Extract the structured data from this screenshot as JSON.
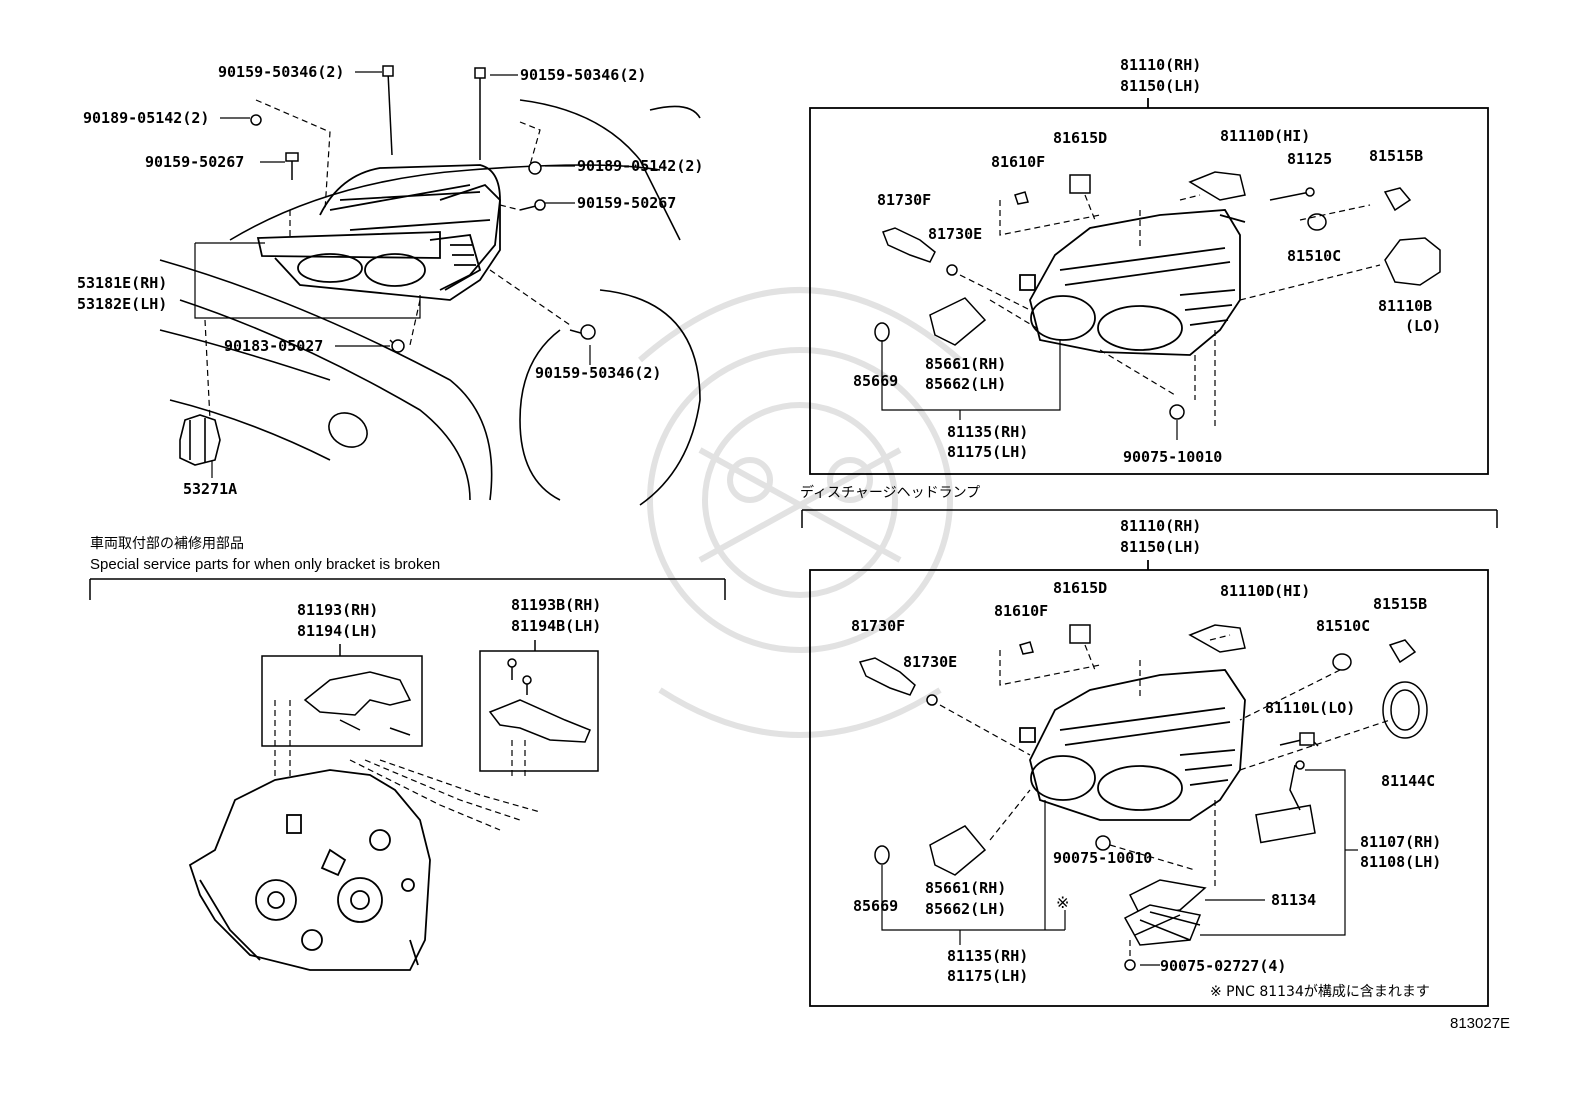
{
  "diagram_id": "813027E",
  "top_left": {
    "callouts": {
      "p1": "90159-50346(2)",
      "p2": "90159-50346(2)",
      "p3": "90189-05142(2)",
      "p4": "90189-05142(2)",
      "p5": "90159-50267",
      "p6": "90159-50267",
      "p7": "53181E(RH)",
      "p8": "53182E(LH)",
      "p9": "90183-05027",
      "p10": "90159-50346(2)",
      "p11": "53271A"
    }
  },
  "bracket_section": {
    "jp_title": "車両取付部の補修用部品",
    "en_title": "Special service parts for when only bracket is broken",
    "kit_a_rh": "81193(RH)",
    "kit_a_lh": "81194(LH)",
    "kit_b_rh": "81193B(RH)",
    "kit_b_lh": "81194B(LH)"
  },
  "top_right": {
    "assy_rh": "81110(RH)",
    "assy_lh": "81150(LH)",
    "c1": "81615D",
    "c2": "81110D(HI)",
    "c3": "81610F",
    "c4": "81125",
    "c5": "81515B",
    "c6": "81730F",
    "c7": "81730E",
    "c8": "81510C",
    "c9": "81110B",
    "c10": "(LO)",
    "c11": "85669",
    "c12": "85661(RH)",
    "c13": "85662(LH)",
    "c14": "81135(RH)",
    "c15": "81175(LH)",
    "c16": "90075-10010"
  },
  "discharge_section": {
    "jp_title": "ディスチャージヘッドランプ",
    "assy_rh": "81110(RH)",
    "assy_lh": "81150(LH)",
    "c1": "81615D",
    "c2": "81110D(HI)",
    "c3": "81610F",
    "c4": "81515B",
    "c5": "81510C",
    "c6": "81730F",
    "c7": "81730E",
    "c8": "81110L(LO)",
    "c9": "81144C",
    "c10": "90075-10010",
    "c11": "81107(RH)",
    "c12": "81108(LH)",
    "c13": "85669",
    "c14": "85661(RH)",
    "c15": "85662(LH)",
    "c16": "81134",
    "c17": "81135(RH)",
    "c18": "81175(LH)",
    "c19": "90075-02727(4)",
    "asterisk": "※",
    "note": "※ PNC 81134が構成に含まれます"
  }
}
